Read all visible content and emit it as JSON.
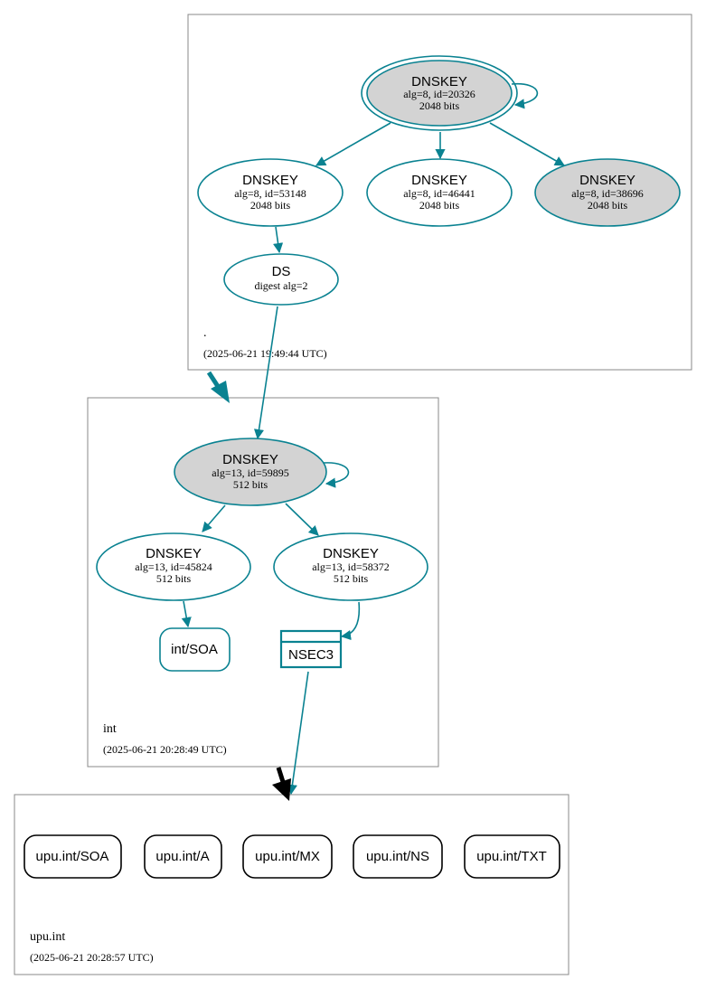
{
  "colors": {
    "teal": "#0a8291",
    "ksk_fill": "#d3d3d3",
    "zone_border": "#888888",
    "black": "#000000"
  },
  "zones": {
    "root": {
      "name": ".",
      "timestamp": "(2025-06-21 19:49:44 UTC)"
    },
    "int": {
      "name": "int",
      "timestamp": "(2025-06-21 20:28:49 UTC)"
    },
    "upu": {
      "name": "upu.int",
      "timestamp": "(2025-06-21 20:28:57 UTC)"
    }
  },
  "nodes": {
    "root_ksk": {
      "title": "DNSKEY",
      "line1": "alg=8, id=20326",
      "line2": "2048 bits"
    },
    "root_zsk1": {
      "title": "DNSKEY",
      "line1": "alg=8, id=53148",
      "line2": "2048 bits"
    },
    "root_zsk2": {
      "title": "DNSKEY",
      "line1": "alg=8, id=46441",
      "line2": "2048 bits"
    },
    "root_zsk3": {
      "title": "DNSKEY",
      "line1": "alg=8, id=38696",
      "line2": "2048 bits"
    },
    "root_ds": {
      "title": "DS",
      "line1": "digest alg=2"
    },
    "int_ksk": {
      "title": "DNSKEY",
      "line1": "alg=13, id=59895",
      "line2": "512 bits"
    },
    "int_zsk1": {
      "title": "DNSKEY",
      "line1": "alg=13, id=45824",
      "line2": "512 bits"
    },
    "int_zsk2": {
      "title": "DNSKEY",
      "line1": "alg=13, id=58372",
      "line2": "512 bits"
    },
    "int_soa": {
      "label": "int/SOA"
    },
    "int_nsec3": {
      "label": "NSEC3"
    }
  },
  "records": [
    {
      "label": "upu.int/SOA"
    },
    {
      "label": "upu.int/A"
    },
    {
      "label": "upu.int/MX"
    },
    {
      "label": "upu.int/NS"
    },
    {
      "label": "upu.int/TXT"
    }
  ]
}
